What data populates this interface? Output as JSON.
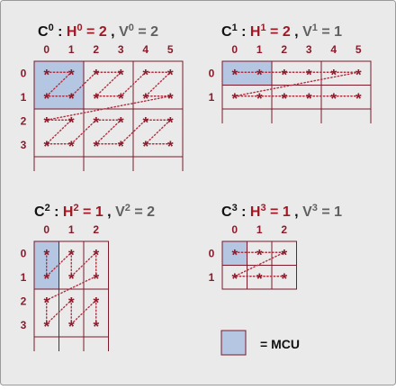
{
  "colors": {
    "background": "#eaeaea",
    "frame": "#9a9a9a",
    "grid": "#7a1a2a",
    "mcu_fill": "#b4c6e2",
    "star": "#8b1a2a",
    "dots": "#b03040",
    "label_dark": "#111111",
    "label_red": "#a01824",
    "label_gray": "#606060",
    "axis": "#8b1a2a"
  },
  "components": [
    {
      "id": "c0",
      "comp": "C",
      "comp_sup": "0",
      "h": "H",
      "h_sup": "0",
      "h_val": "= 2",
      "sep": ",",
      "v": "V",
      "v_sup": "0",
      "v_val": "= 2",
      "col_labels": [
        "0",
        "1",
        "2",
        "3",
        "4",
        "5"
      ],
      "row_labels": [
        "0",
        "1",
        "2",
        "3"
      ],
      "h_factor": 2,
      "v_factor": 2
    },
    {
      "id": "c1",
      "comp": "C",
      "comp_sup": "1",
      "h": "H",
      "h_sup": "1",
      "h_val": "= 2",
      "sep": ",",
      "v": "V",
      "v_sup": "1",
      "v_val": "= 1",
      "col_labels": [
        "0",
        "1",
        "2",
        "3",
        "4",
        "5"
      ],
      "row_labels": [
        "0",
        "1"
      ],
      "h_factor": 2,
      "v_factor": 1
    },
    {
      "id": "c2",
      "comp": "C",
      "comp_sup": "2",
      "h": "H",
      "h_sup": "2",
      "h_val": "= 1",
      "sep": ",",
      "v": "V",
      "v_sup": "2",
      "v_val": "= 2",
      "col_labels": [
        "0",
        "1",
        "2"
      ],
      "row_labels": [
        "0",
        "1",
        "2",
        "3"
      ],
      "h_factor": 1,
      "v_factor": 2
    },
    {
      "id": "c3",
      "comp": "C",
      "comp_sup": "3",
      "h": "H",
      "h_sup": "3",
      "h_val": "= 1",
      "sep": ",",
      "v": "V",
      "v_sup": "3",
      "v_val": "= 1",
      "col_labels": [
        "0",
        "1",
        "2"
      ],
      "row_labels": [
        "0",
        "1"
      ],
      "h_factor": 1,
      "v_factor": 1
    }
  ],
  "star_glyph": "*",
  "legend": {
    "label": "= MCU"
  }
}
